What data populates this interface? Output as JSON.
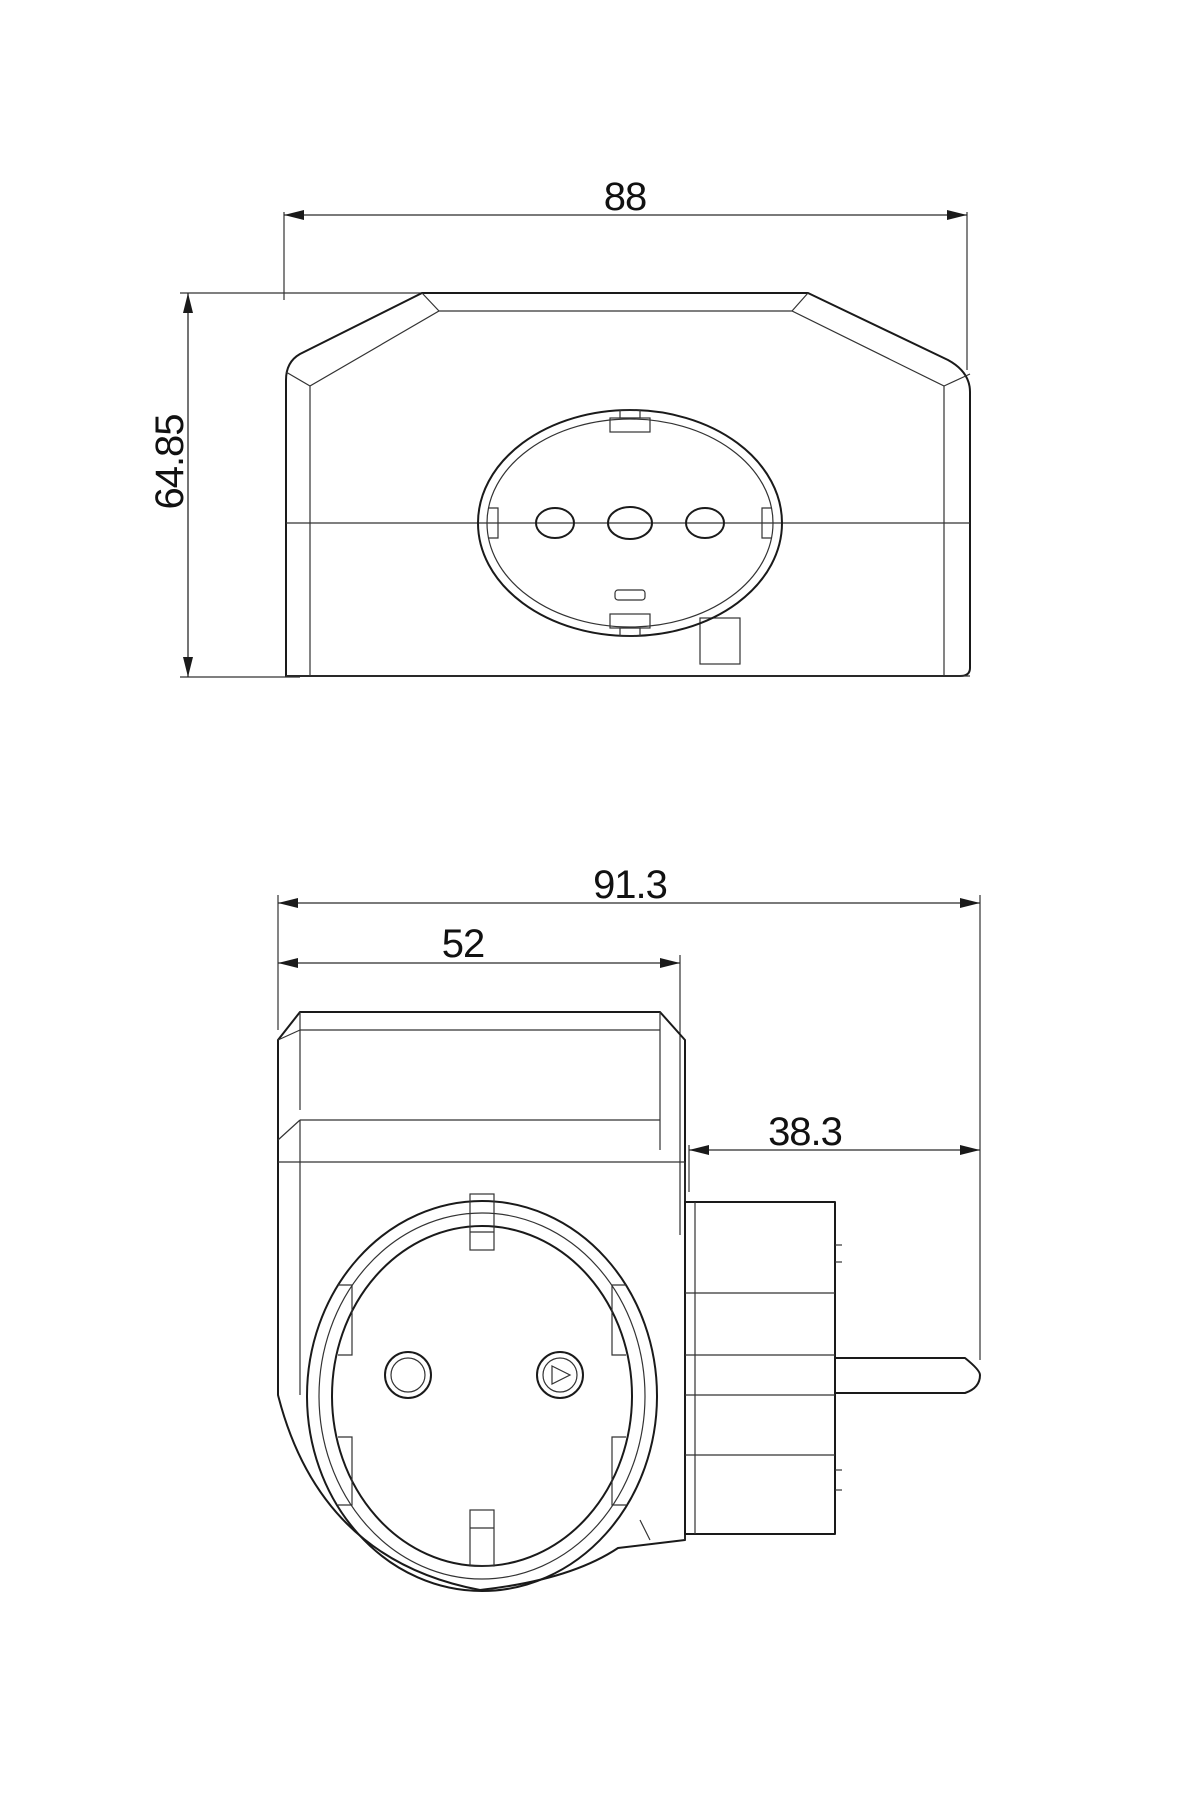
{
  "colors": {
    "line": "#1a1a1a",
    "background": "#ffffff"
  },
  "top_view": {
    "dimensions": {
      "width": "88",
      "height": "64.85"
    }
  },
  "side_view": {
    "dimensions": {
      "total_width": "91.3",
      "body_width": "52",
      "plug_length": "38.3"
    }
  }
}
